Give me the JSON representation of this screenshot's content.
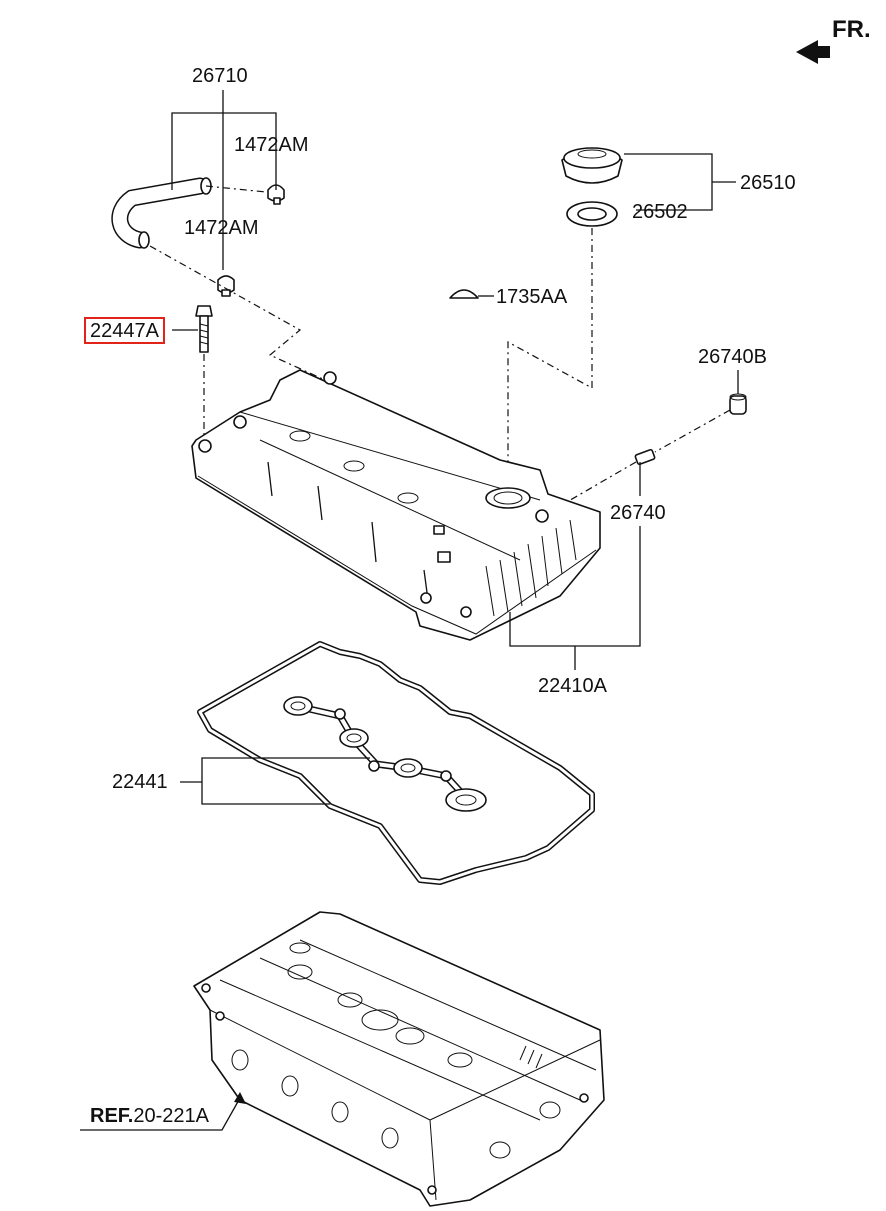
{
  "orientation": {
    "text": "FR."
  },
  "parts": {
    "p26710": "26710",
    "p1472AM_a": "1472AM",
    "p1472AM_b": "1472AM",
    "p22447A": "22447A",
    "p26510": "26510",
    "p26502": "26502",
    "p1735AA": "1735AA",
    "p26740B": "26740B",
    "p26740": "26740",
    "p22410A": "22410A",
    "p22441": "22441"
  },
  "reference": {
    "prefix": "REF.",
    "code": "20-221A"
  },
  "highlight_color": "#e2231a"
}
